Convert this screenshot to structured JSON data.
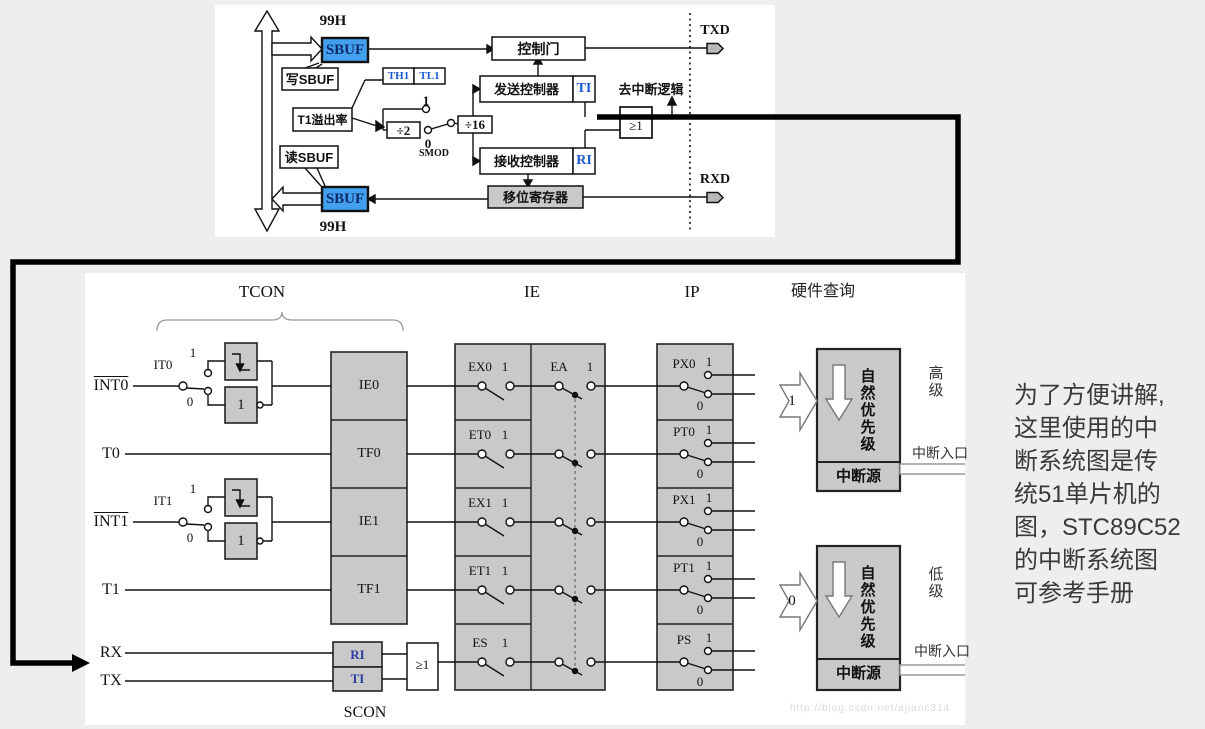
{
  "serial": {
    "addr_top": "99H",
    "addr_bottom": "99H",
    "sbuf": "SBUF",
    "sbuf2": "SBUF",
    "write_sbuf": "写SBUF",
    "read_sbuf": "读SBUF",
    "th1": "TH1",
    "tl1": "TL1",
    "t1_rate": "T1溢出率",
    "div2": "÷2",
    "div16": "÷16",
    "smod": "SMOD",
    "one": "1",
    "zero": "0",
    "control_gate": "控制门",
    "tx_controller": "发送控制器",
    "ti": "TI",
    "rx_controller": "接收控制器",
    "ri": "RI",
    "shift_register": "移位寄存器",
    "to_interrupt": "去中断逻辑",
    "or_gate": "≥1",
    "txd": "TXD",
    "rxd": "RXD"
  },
  "interrupt": {
    "tcon": "TCON",
    "ie": "IE",
    "ip": "IP",
    "hw_query": "硬件查询",
    "scon": "SCON",
    "sources": [
      "INT0",
      "T0",
      "INT1",
      "T1",
      "RX",
      "TX"
    ],
    "it0": "IT0",
    "it1": "IT1",
    "one": "1",
    "zero": "0",
    "inv": "1",
    "tcon_bits": [
      "IE0",
      "TF0",
      "IE1",
      "TF1"
    ],
    "ri": "RI",
    "ti": "TI",
    "or_gate": "≥1",
    "ie_bits": [
      "EX0",
      "ET0",
      "EX1",
      "ET1",
      "ES"
    ],
    "ea": "EA",
    "ip_bits": [
      "PX0",
      "PT0",
      "PX1",
      "PT1",
      "PS"
    ],
    "natural_priority": "自然优先级",
    "int_source": "中断源",
    "high_level": "高级",
    "low_level": "低级",
    "int_entry": "中断入口"
  },
  "note": "为了方便讲解,\n这里使用的中\n断系统图是传\n统51单片机的\n图，STC89C52\n的中断系统图\n可参考手册",
  "watermark": "http://blog.csdn.net/ajianc314"
}
